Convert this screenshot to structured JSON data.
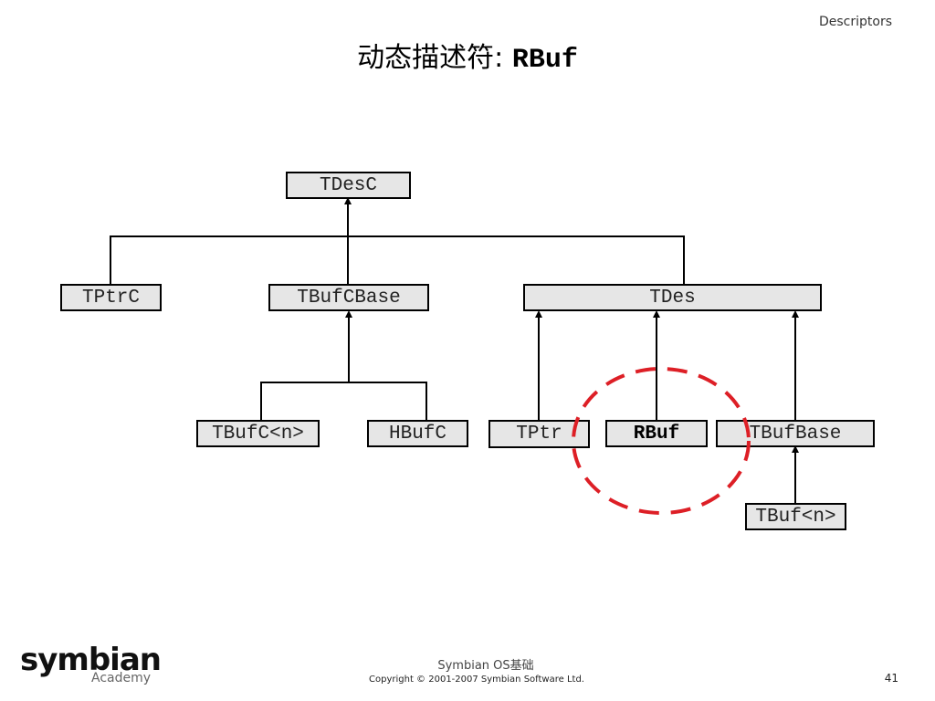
{
  "header": {
    "section_label": "Descriptors",
    "title_prefix": "动态描述符: ",
    "title_code": "RBuf"
  },
  "diagram": {
    "nodes": {
      "tdesc": "TDesC",
      "tptrc": "TPtrC",
      "tbufcbase": "TBufCBase",
      "tdes": "TDes",
      "tbufc_n": "TBufC<n>",
      "hbufc": "HBufC",
      "tptr": "TPtr",
      "rbuf": "RBuf",
      "tbufbase": "TBufBase",
      "tbuf_n": "TBuf<n>"
    },
    "highlight_color": "#dd1f26"
  },
  "footer": {
    "logo_word": "symbian",
    "logo_sub": "Academy",
    "course_title": "Symbian OS基础",
    "copyright": "Copyright © 2001-2007 Symbian Software Ltd.",
    "page_number": "41"
  }
}
